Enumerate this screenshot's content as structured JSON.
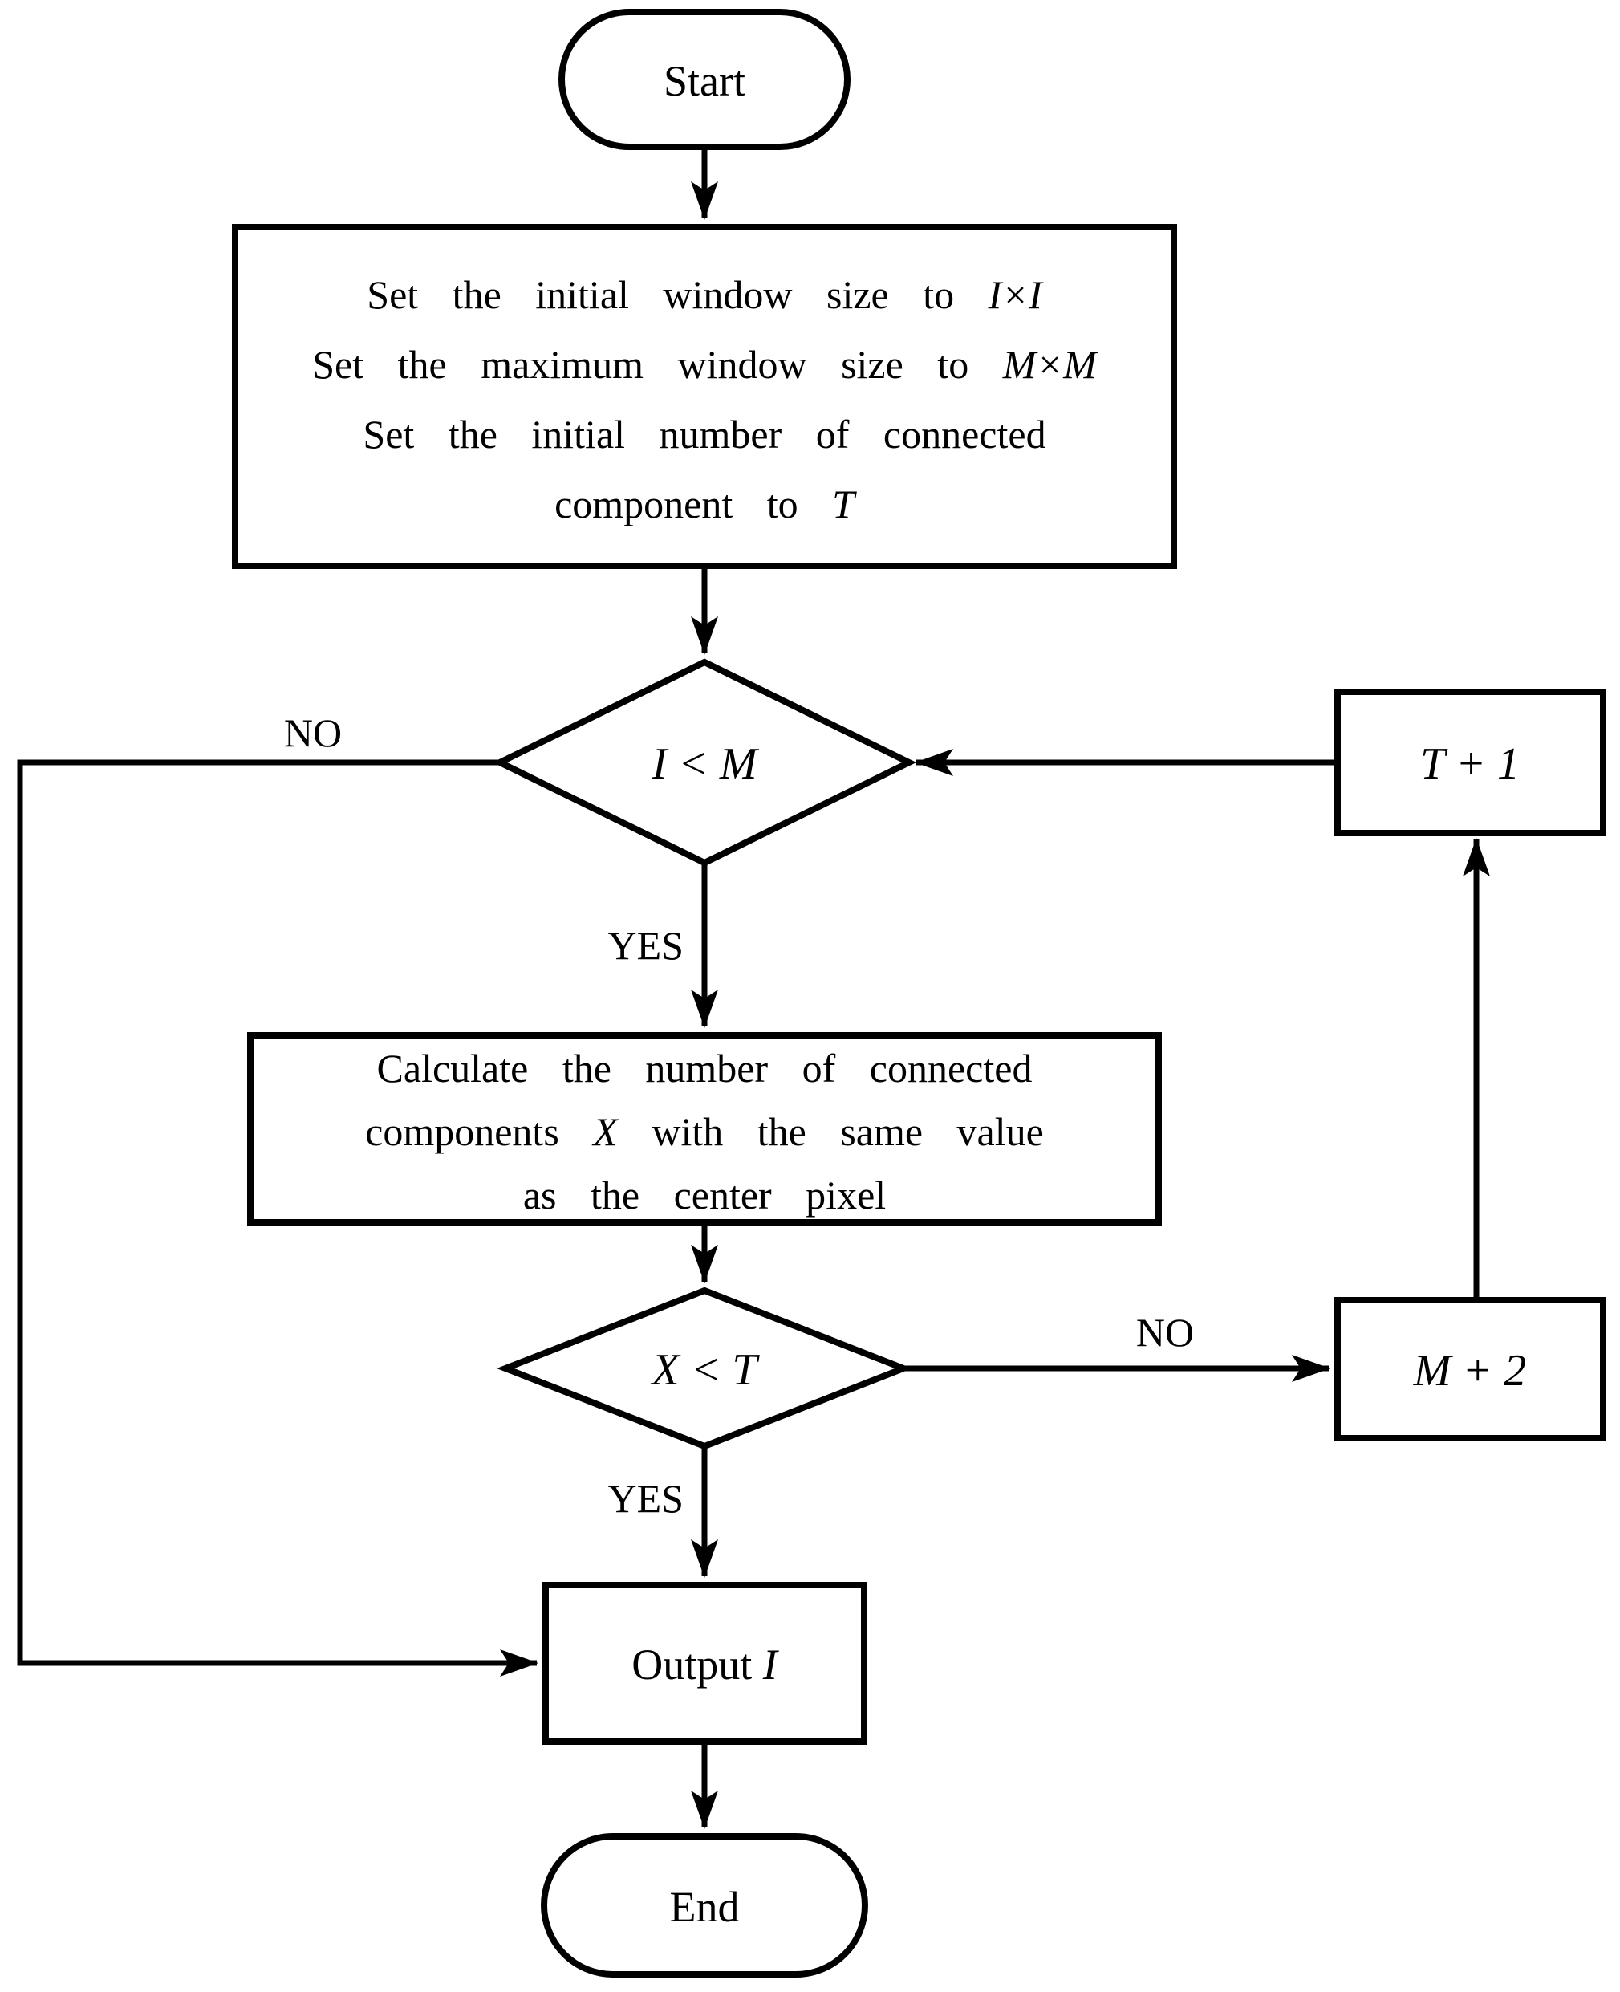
{
  "background": "#ffffff",
  "stroke_color": "#000000",
  "nodes": {
    "start": {
      "label": "Start"
    },
    "init": {
      "line1_pre": "Set the initial window size to ",
      "line1_math": "I×I",
      "line2_pre": "Set the maximum window size to ",
      "line2_math": "M×M",
      "line3": "Set the initial number of connected",
      "line4_pre": "component to ",
      "line4_math": "T"
    },
    "decision_window": {
      "condition": "I < M"
    },
    "calc": {
      "line1": "Calculate the number of connected",
      "line2_pre": "components ",
      "line2_math": "X",
      "line2_post": " with the same value",
      "line3": "as the center pixel"
    },
    "decision_components": {
      "condition": "X < T"
    },
    "t_plus_1": {
      "label": "T + 1"
    },
    "m_plus_2": {
      "label": "M + 2"
    },
    "output": {
      "pre": "Output ",
      "math": "I"
    },
    "end": {
      "label": "End"
    }
  },
  "edge_labels": {
    "window_no": "NO",
    "window_yes": "YES",
    "components_no": "NO",
    "components_yes": "YES"
  }
}
